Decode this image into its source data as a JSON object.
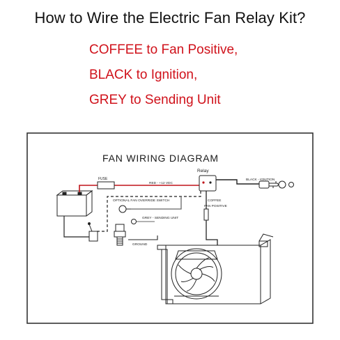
{
  "header": {
    "title": "How to Wire the Electric Fan Relay Kit?",
    "lines": [
      "COFFEE to Fan Positive,",
      "BLACK to Ignition,",
      "GREY to Sending Unit"
    ],
    "line_color": "#d0121b"
  },
  "diagram": {
    "title": "FAN WIRING DIAGRAM",
    "labels": {
      "relay": "Relay",
      "fuse": "FUSE",
      "red_wire": "RED - +12 VDC",
      "black_wire": "BLACK - IGNITION",
      "coffee": "COFFEE",
      "fan_positive": "FAN POSITIVE",
      "override_switch": "OPTIONAL FAN OVERRIDE SWITCH",
      "grey_wire": "GREY - SENDING UNIT",
      "ground": "GROUND"
    },
    "colors": {
      "red_wire": "#c0141a",
      "outline": "#222222",
      "frame": "#333333"
    },
    "icons": [
      "battery-icon",
      "fuse-icon",
      "relay-icon",
      "ignition-key-icon",
      "toggle-switch-icon",
      "temperature-sending-unit-icon",
      "ring-terminal-icon",
      "radiator-icon",
      "fan-icon"
    ]
  }
}
